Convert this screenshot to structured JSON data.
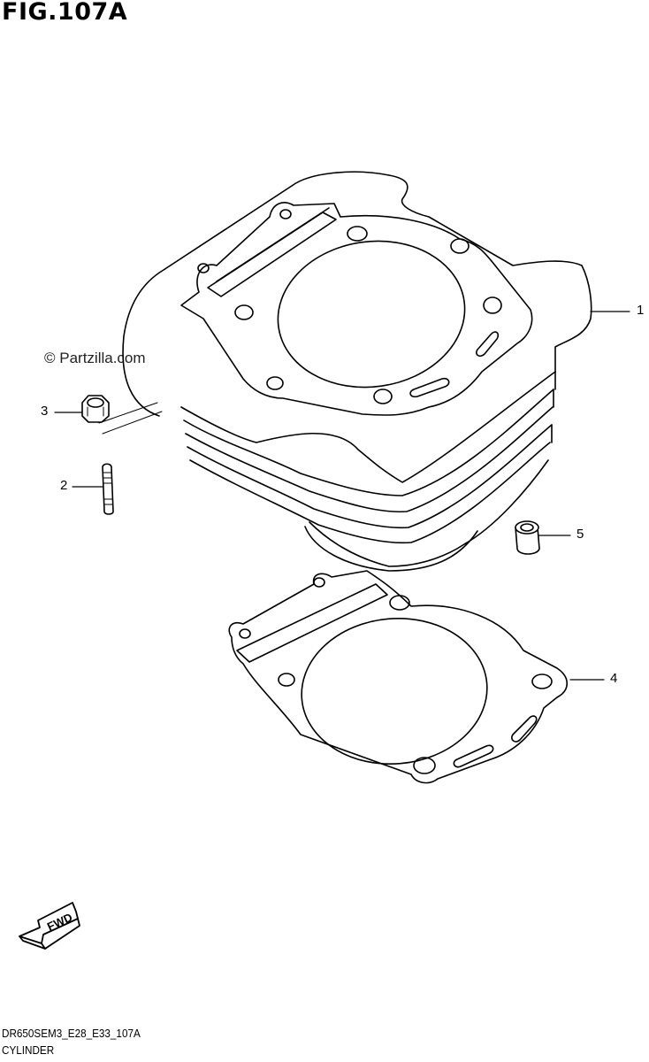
{
  "figure": {
    "title": "FIG.107A",
    "watermark": "© Partzilla.com",
    "code": "DR650SEM3_E28_E33_107A",
    "name": "CYLINDER",
    "fwd_label": "FWD"
  },
  "callouts": [
    {
      "number": "1",
      "part": "cylinder"
    },
    {
      "number": "2",
      "part": "stud"
    },
    {
      "number": "3",
      "part": "nut"
    },
    {
      "number": "4",
      "part": "cylinder-base-gasket"
    },
    {
      "number": "5",
      "part": "dowel-pin"
    }
  ]
}
